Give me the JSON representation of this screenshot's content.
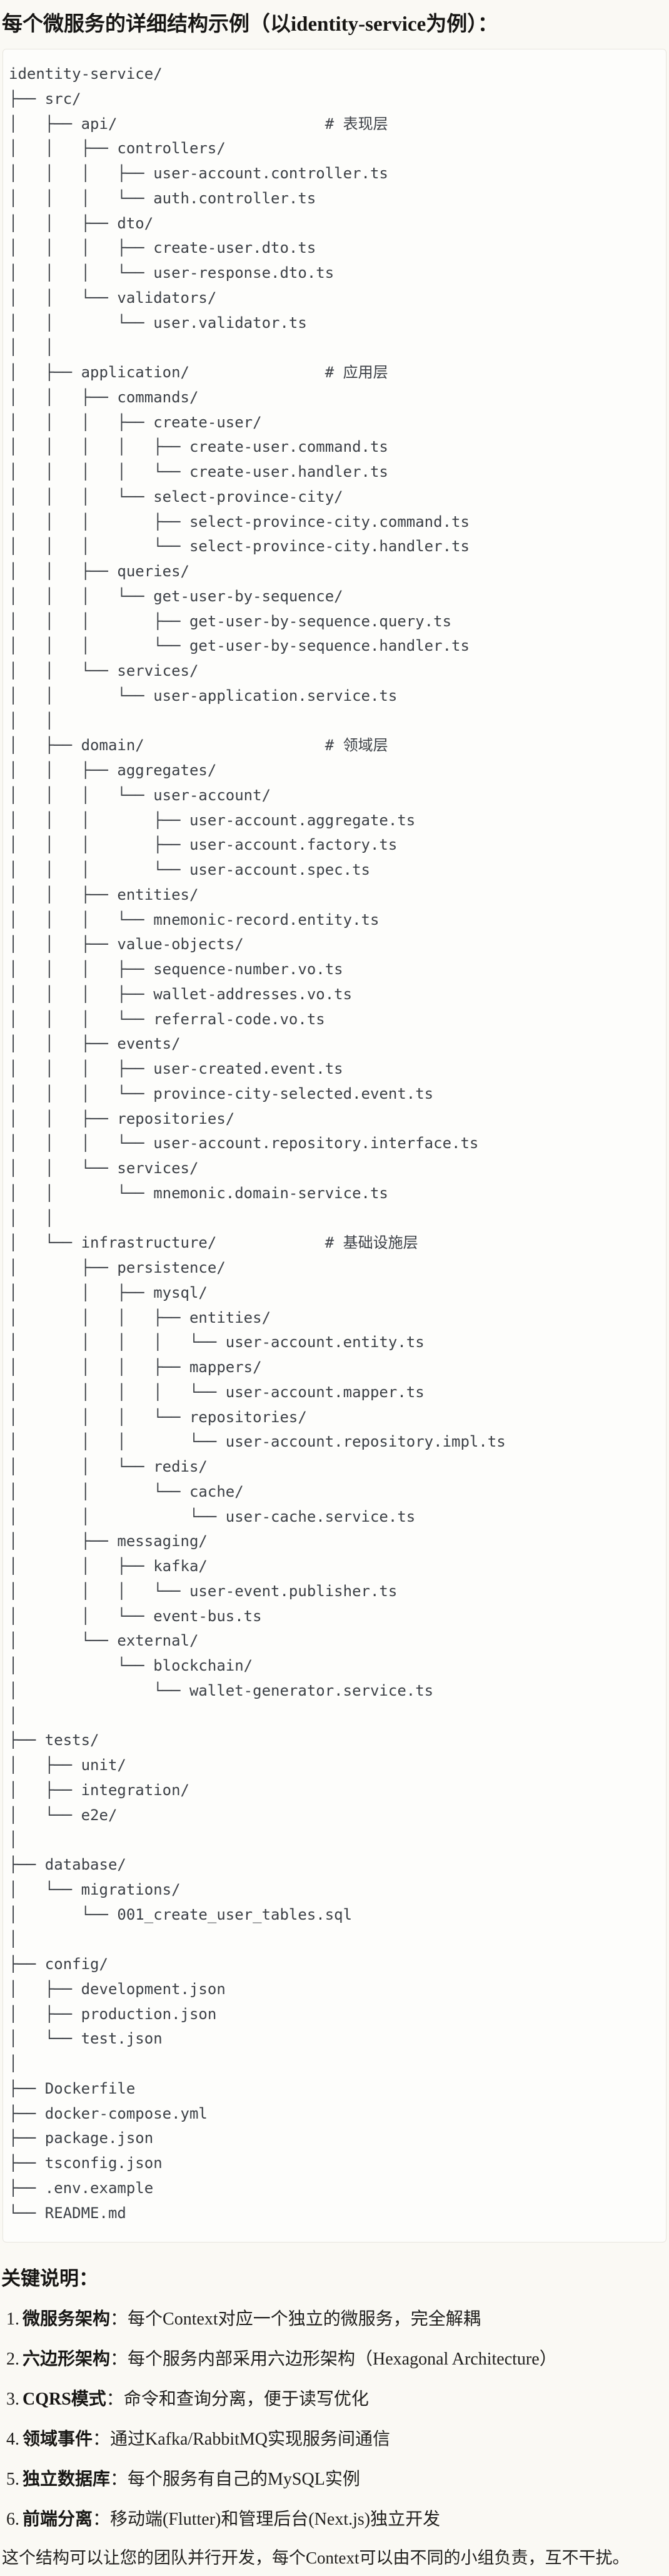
{
  "page": {
    "title": "每个微服务的详细结构示例（以identity-service为例）：",
    "background_color": "#faf9f4"
  },
  "code_block": {
    "background_color": "#fdfdfb",
    "border_color": "#e7e5de",
    "text_color": "#3c4046",
    "layer_comments": [
      "# 表现层",
      "# 应用层",
      "# 领域层",
      "# 基础设施层"
    ],
    "tree_lines": [
      "identity-service/",
      "├── src/",
      "│   ├── api/                       # 表现层",
      "│   │   ├── controllers/",
      "│   │   │   ├── user-account.controller.ts",
      "│   │   │   └── auth.controller.ts",
      "│   │   ├── dto/",
      "│   │   │   ├── create-user.dto.ts",
      "│   │   │   └── user-response.dto.ts",
      "│   │   └── validators/",
      "│   │       └── user.validator.ts",
      "│   │",
      "│   ├── application/               # 应用层",
      "│   │   ├── commands/",
      "│   │   │   ├── create-user/",
      "│   │   │   │   ├── create-user.command.ts",
      "│   │   │   │   └── create-user.handler.ts",
      "│   │   │   └── select-province-city/",
      "│   │   │       ├── select-province-city.command.ts",
      "│   │   │       └── select-province-city.handler.ts",
      "│   │   ├── queries/",
      "│   │   │   └── get-user-by-sequence/",
      "│   │   │       ├── get-user-by-sequence.query.ts",
      "│   │   │       └── get-user-by-sequence.handler.ts",
      "│   │   └── services/",
      "│   │       └── user-application.service.ts",
      "│   │",
      "│   ├── domain/                    # 领域层",
      "│   │   ├── aggregates/",
      "│   │   │   └── user-account/",
      "│   │   │       ├── user-account.aggregate.ts",
      "│   │   │       ├── user-account.factory.ts",
      "│   │   │       └── user-account.spec.ts",
      "│   │   ├── entities/",
      "│   │   │   └── mnemonic-record.entity.ts",
      "│   │   ├── value-objects/",
      "│   │   │   ├── sequence-number.vo.ts",
      "│   │   │   ├── wallet-addresses.vo.ts",
      "│   │   │   └── referral-code.vo.ts",
      "│   │   ├── events/",
      "│   │   │   ├── user-created.event.ts",
      "│   │   │   └── province-city-selected.event.ts",
      "│   │   ├── repositories/",
      "│   │   │   └── user-account.repository.interface.ts",
      "│   │   └── services/",
      "│   │       └── mnemonic.domain-service.ts",
      "│   │",
      "│   └── infrastructure/            # 基础设施层",
      "│       ├── persistence/",
      "│       │   ├── mysql/",
      "│       │   │   ├── entities/",
      "│       │   │   │   └── user-account.entity.ts",
      "│       │   │   ├── mappers/",
      "│       │   │   │   └── user-account.mapper.ts",
      "│       │   │   └── repositories/",
      "│       │   │       └── user-account.repository.impl.ts",
      "│       │   └── redis/",
      "│       │       └── cache/",
      "│       │           └── user-cache.service.ts",
      "│       ├── messaging/",
      "│       │   ├── kafka/",
      "│       │   │   └── user-event.publisher.ts",
      "│       │   └── event-bus.ts",
      "│       └── external/",
      "│           └── blockchain/",
      "│               └── wallet-generator.service.ts",
      "│",
      "├── tests/",
      "│   ├── unit/",
      "│   ├── integration/",
      "│   └── e2e/",
      "│",
      "├── database/",
      "│   └── migrations/",
      "│       └── 001_create_user_tables.sql",
      "│",
      "├── config/",
      "│   ├── development.json",
      "│   ├── production.json",
      "│   └── test.json",
      "│",
      "├── Dockerfile",
      "├── docker-compose.yml",
      "├── package.json",
      "├── tsconfig.json",
      "├── .env.example",
      "└── README.md"
    ]
  },
  "notes": {
    "heading": "关键说明：",
    "items": [
      {
        "num": "1.",
        "label": "微服务架构",
        "colon": "：",
        "desc": "每个Context对应一个独立的微服务，完全解耦"
      },
      {
        "num": "2.",
        "label": "六边形架构",
        "colon": "：",
        "desc": "每个服务内部采用六边形架构（Hexagonal Architecture）"
      },
      {
        "num": "3.",
        "label": "CQRS模式",
        "colon": "：",
        "desc": "命令和查询分离，便于读写优化"
      },
      {
        "num": "4.",
        "label": "领域事件",
        "colon": "：",
        "desc": "通过Kafka/RabbitMQ实现服务间通信"
      },
      {
        "num": "5.",
        "label": "独立数据库",
        "colon": "：",
        "desc": "每个服务有自己的MySQL实例"
      },
      {
        "num": "6.",
        "label": "前端分离",
        "colon": "：",
        "desc": "移动端(Flutter)和管理后台(Next.js)独立开发"
      }
    ],
    "footer": "这个结构可以让您的团队并行开发，每个Context可以由不同的小组负责，互不干扰。"
  }
}
